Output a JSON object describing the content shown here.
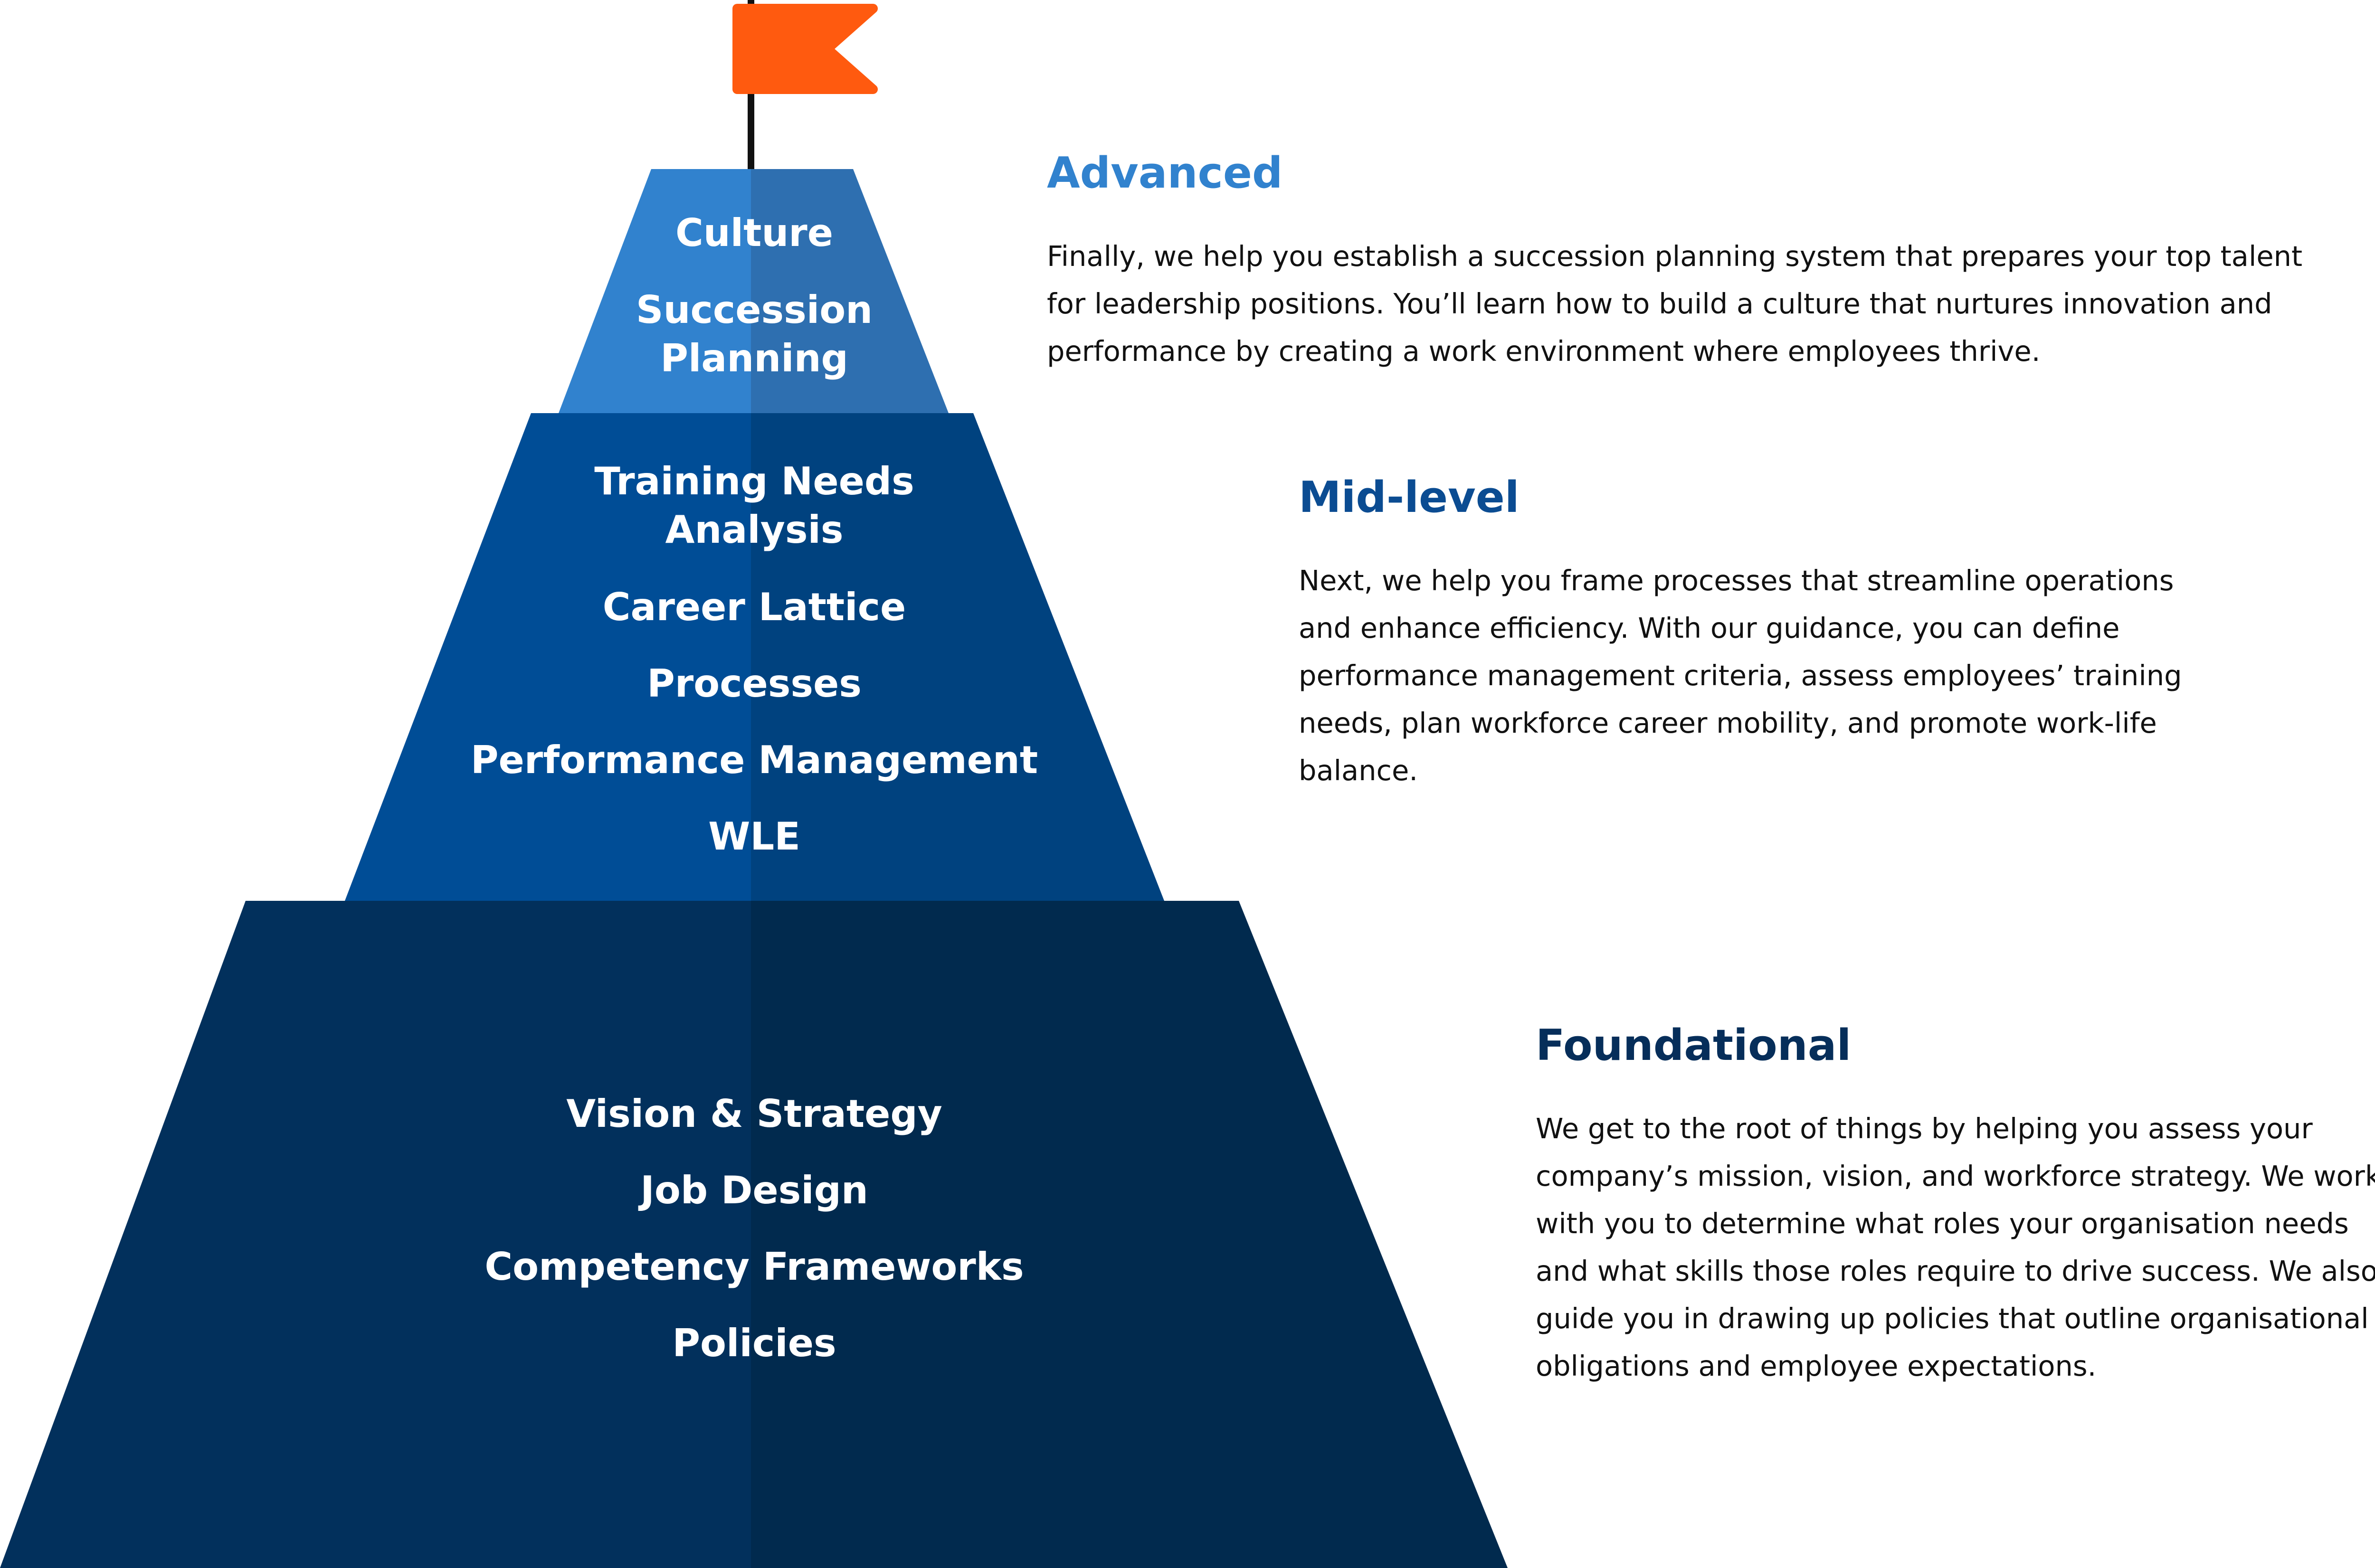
{
  "colors": {
    "flag": "#FF5A0F",
    "pole": "#111111",
    "advanced_tier": "#3182CE",
    "advanced_tier_shade": "#2E6FB0",
    "midlevel_tier": "#004D96",
    "midlevel_tier_shade": "#00427F",
    "foundational_tier": "#02305C",
    "foundational_tier_shade": "#012A4E",
    "advanced_heading": "#3182CE",
    "midlevel_heading": "#0B4C92",
    "foundational_heading": "#062E5A"
  },
  "pyramid": {
    "advanced": {
      "items": [
        "Culture",
        "Succession",
        "Planning"
      ]
    },
    "midlevel": {
      "items": [
        "Training Needs",
        "Analysis",
        "Career Lattice",
        "Processes",
        "Performance Management",
        "WLE"
      ]
    },
    "foundational": {
      "items": [
        "Vision & Strategy",
        "Job Design",
        "Competency Frameworks",
        "Policies"
      ]
    }
  },
  "descriptions": {
    "advanced": {
      "heading": "Advanced",
      "lines": [
        "Finally, we help you establish a succession planning system that prepares your top talent",
        "for leadership positions. You’ll learn how to build a culture that nurtures innovation and",
        "performance by creating a work environment where employees thrive."
      ]
    },
    "midlevel": {
      "heading": "Mid-level",
      "lines": [
        "Next, we help you frame processes that streamline operations",
        "and enhance efficiency. With our guidance, you can define",
        "performance management criteria, assess employees’ training",
        "needs, plan workforce career mobility, and promote work-life",
        "balance."
      ]
    },
    "foundational": {
      "heading": "Foundational",
      "lines": [
        "We get to the root of things by helping you assess your",
        "company’s mission, vision, and workforce strategy. We work",
        "with you to determine what roles your organisation needs",
        "and what skills those roles require to drive success. We also",
        "guide you in drawing up policies that outline organisational",
        "obligations and employee expectations."
      ]
    }
  }
}
